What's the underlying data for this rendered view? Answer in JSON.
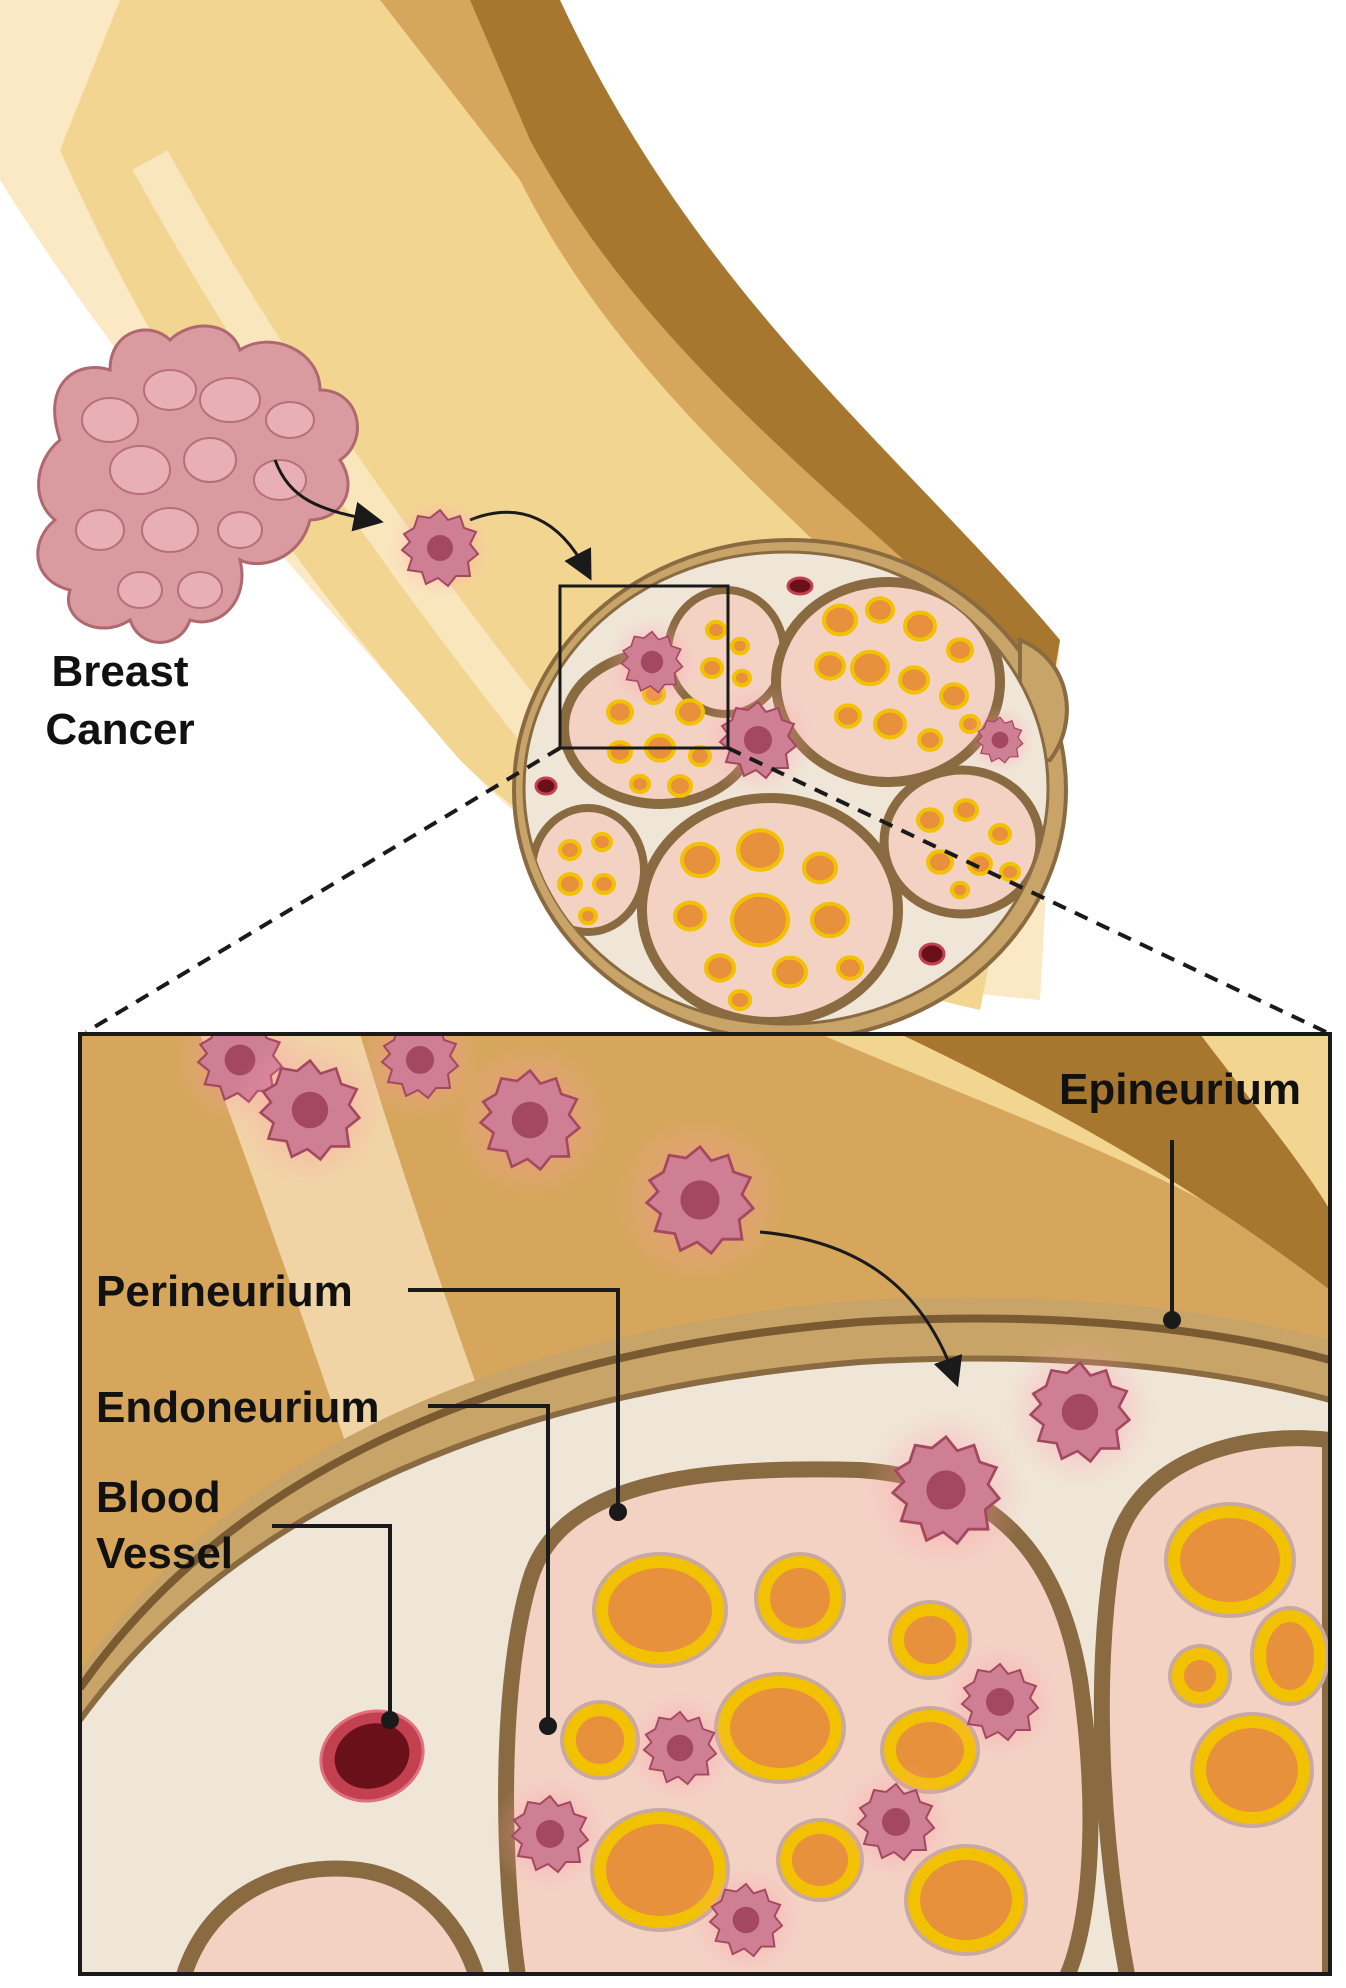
{
  "labels": {
    "breast_line1": "Breast",
    "breast_line2": "Cancer",
    "epineurium": "Epineurium",
    "perineurium": "Perineurium",
    "endoneurium": "Endoneurium",
    "blood_vessel_line1": "Blood",
    "blood_vessel_line2": "Vessel"
  },
  "colors": {
    "nerve_outer": "#a8772f",
    "nerve_band": "#d4a55a",
    "nerve_light": "#f0d090",
    "nerve_pale": "#f8e4b4",
    "endoneurium_fill": "#f0e6d8",
    "perineurium": "#8a6a40",
    "fascicle_fill": "#f3d2c4",
    "axon_ring": "#f2c200",
    "axon_core": "#e8913c",
    "cancer_cell": "#c8748a",
    "cancer_nucleus": "#a44860",
    "vessel_outer": "#c24050",
    "vessel_inner": "#6a1018"
  },
  "icons": {
    "tumor": "breast-tumor-icon",
    "cancer_cell": "cancer-cell-icon",
    "blood_vessel": "blood-vessel-icon"
  }
}
